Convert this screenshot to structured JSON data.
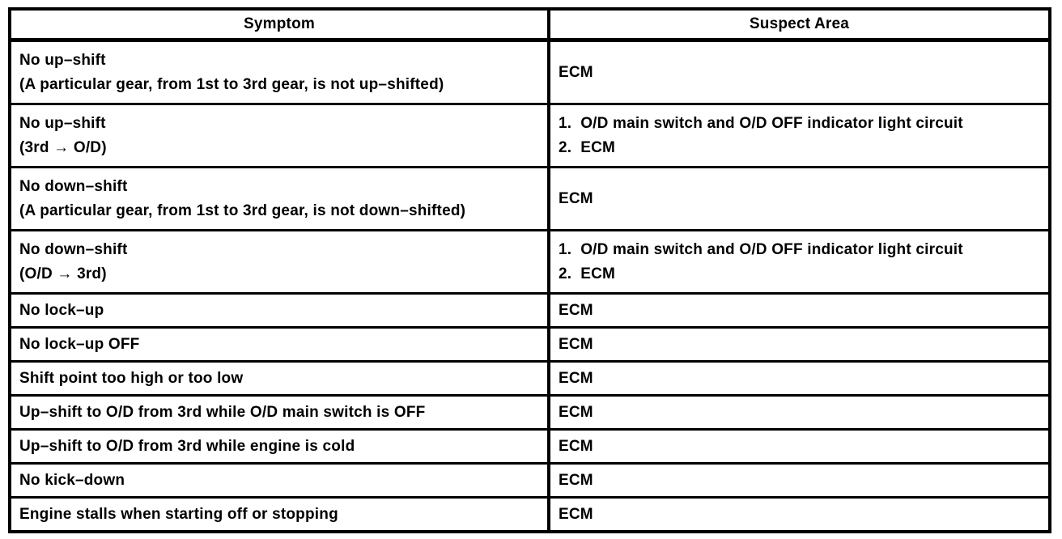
{
  "page": {
    "background_color": "#ffffff",
    "ink_color": "#000000",
    "kind": "scanned service-manual diagnostic table"
  },
  "table": {
    "headers": {
      "symptom": "Symptom",
      "suspect_area": "Suspect Area"
    },
    "rows": [
      {
        "symptom_lines": [
          "No up–shift",
          "(A particular gear, from 1st to 3rd gear, is not up–shifted)"
        ],
        "suspect_lines": [
          "ECM"
        ]
      },
      {
        "symptom_lines": [
          "No up–shift",
          "(3rd → O/D)"
        ],
        "suspect_lines": [
          "1.  O/D main switch and O/D OFF indicator light circuit",
          "2.  ECM"
        ]
      },
      {
        "symptom_lines": [
          "No down–shift",
          "(A particular gear, from 1st to 3rd gear, is not down–shifted)"
        ],
        "suspect_lines": [
          "ECM"
        ]
      },
      {
        "symptom_lines": [
          "No down–shift",
          "(O/D → 3rd)"
        ],
        "suspect_lines": [
          "1.  O/D main switch and O/D OFF indicator light circuit",
          "2.  ECM"
        ]
      },
      {
        "symptom_lines": [
          "No lock–up"
        ],
        "suspect_lines": [
          "ECM"
        ]
      },
      {
        "symptom_lines": [
          "No lock–up OFF"
        ],
        "suspect_lines": [
          "ECM"
        ]
      },
      {
        "symptom_lines": [
          "Shift point too high or too low"
        ],
        "suspect_lines": [
          "ECM"
        ]
      },
      {
        "symptom_lines": [
          "Up–shift to O/D from 3rd while O/D main switch is OFF"
        ],
        "suspect_lines": [
          "ECM"
        ]
      },
      {
        "symptom_lines": [
          "Up–shift to O/D from 3rd while engine is cold"
        ],
        "suspect_lines": [
          "ECM"
        ]
      },
      {
        "symptom_lines": [
          "No kick–down"
        ],
        "suspect_lines": [
          "ECM"
        ]
      },
      {
        "symptom_lines": [
          "Engine stalls when starting off or stopping"
        ],
        "suspect_lines": [
          "ECM"
        ]
      }
    ]
  }
}
